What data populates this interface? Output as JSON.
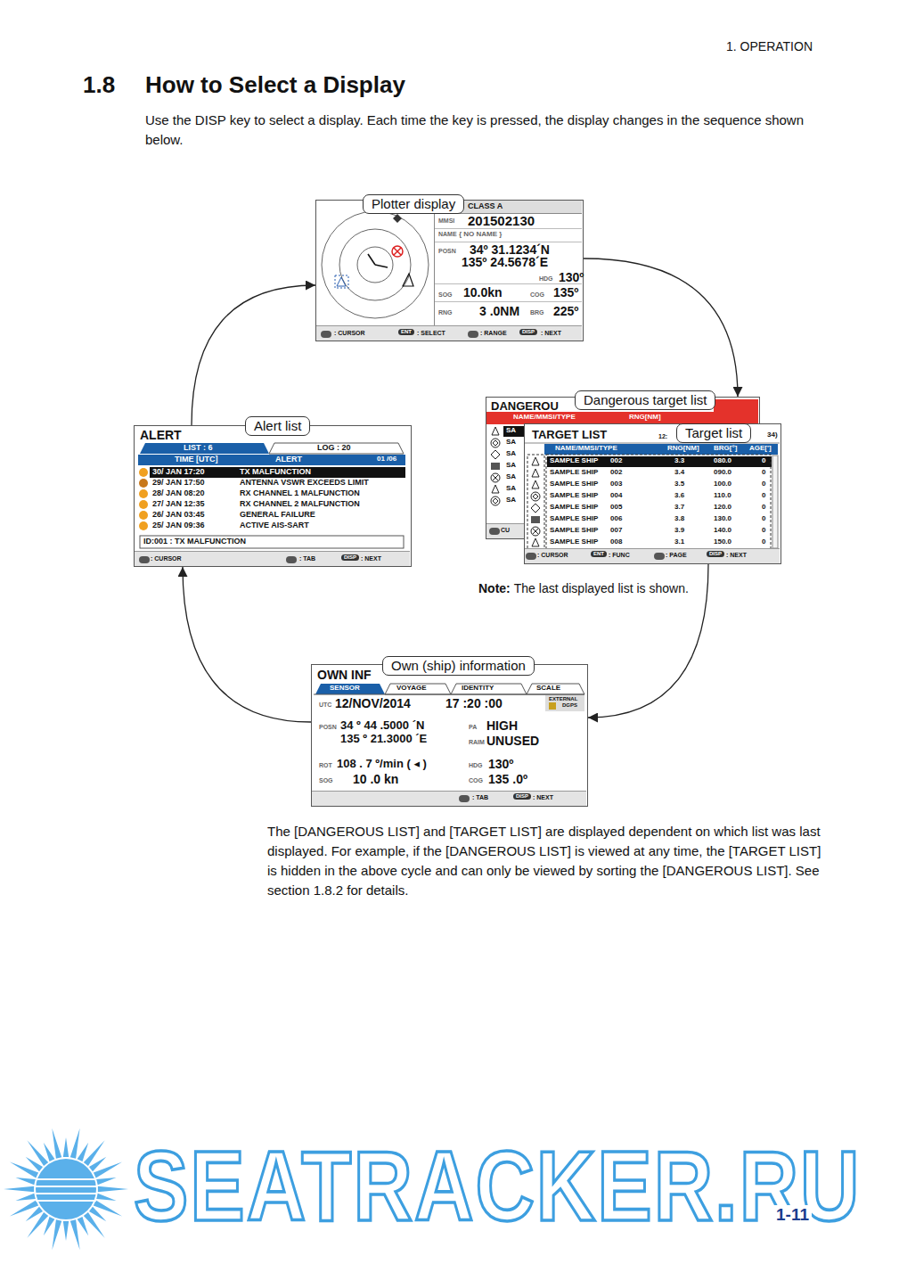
{
  "diagram": {
    "title": "How to Select a Display",
    "nodes": [
      {
        "text": [
          "CLASS A",
          "MMSI",
          "201502130",
          "NAME",
          "{ NO NAME }",
          "POSN",
          "34º 31.1234´N",
          "135º 24.5678´E",
          "HDG",
          "130º",
          "SOG",
          "10.0kn",
          "COG",
          "135º",
          "RNG",
          "3 .0NM",
          "BRG",
          "225º",
          ": CURSOR",
          "ENT",
          ": SELECT",
          ": RANGE",
          "DISP",
          ": NEXT"
        ]
      },
      {
        "text": [
          "Plotter display"
        ],
        "in": 0
      },
      {
        "text": [
          "ALERT",
          "LIST : 6",
          "LOG : 20",
          "TIME [UTC]",
          "ALERT",
          "01 /06",
          "30/ JAN 17:20",
          "TX MALFUNCTION",
          "29/ JAN 17:50",
          "ANTENNA VSWR EXCEEDS LIMIT",
          "28/ JAN 08:20",
          "RX CHANNEL 1 MALFUNCTION",
          "27/ JAN 12:35",
          "RX CHANNEL 2 MALFUNCTION",
          "26/ JAN 03:45",
          "GENERAL FAILURE",
          "25/ JAN 09:36",
          "ACTIVE AIS-SART",
          "ID:001 : TX MALFUNCTION",
          ": CURSOR",
          ": TAB",
          "DISP",
          ": NEXT"
        ]
      },
      {
        "text": [
          "Alert list"
        ],
        "in": 2
      },
      {
        "text": [
          "DANGEROU",
          "NAME/MMSI/TYPE",
          "RNG[NM]",
          "SA",
          "SA",
          "SA",
          "SA",
          "SA",
          "SA",
          "SA",
          "CU"
        ]
      },
      {
        "text": [
          "Dangerous target list"
        ],
        "in": 4
      },
      {
        "text": [
          "TARGET LIST",
          "12:",
          "34)",
          "NAME/MMSI/TYPE",
          "RNG[NM]",
          "BRG[°]",
          "AGE[']",
          "SAMPLE SHIP",
          "002",
          "3.3",
          "080.0",
          "0",
          "SAMPLE SHIP",
          "002",
          "3.4",
          "090.0",
          "0",
          "SAMPLE SHIP",
          "003",
          "3.5",
          "100.0",
          "0",
          "SAMPLE SHIP",
          "004",
          "3.6",
          "110.0",
          "0",
          "SAMPLE SHIP",
          "005",
          "3.7",
          "120.0",
          "0",
          "SAMPLE SHIP",
          "006",
          "3.8",
          "130.0",
          "0",
          "SAMPLE SHIP",
          "007",
          "3.9",
          "140.0",
          "0",
          "SAMPLE SHIP",
          "008",
          "3.1",
          "150.0",
          "0",
          ": CURSOR",
          "ENT",
          ": FUNC",
          ": PAGE",
          "DISP",
          ": NEXT"
        ]
      },
      {
        "text": [
          "Target list"
        ],
        "in": 6
      },
      {
        "text": [
          "OWN INF",
          "SENSOR",
          "VOYAGE",
          "IDENTITY",
          "SCALE",
          "UTC",
          "12/NOV/2014",
          "17 :20 :00",
          "EXTERNAL",
          "DGPS",
          "POSN",
          "34 º 44 .5000 ´N",
          "135 º 21.3000 ´E",
          "PA",
          "HIGH",
          "RAIM",
          "UNUSED",
          "ROT",
          "108 . 7 º/min ( ◂ )",
          "HDG",
          "130º",
          "SOG",
          "10 .0 kn",
          "COG",
          "135 .0º",
          ": TAB",
          "DISP",
          ": NEXT"
        ]
      },
      {
        "text": [
          "Own (ship) information"
        ],
        "in": 8
      }
    ],
    "edges": [
      {
        "from": 0,
        "to": 4,
        "arrow": "to"
      },
      {
        "from": 6,
        "to": 8,
        "arrow": "to"
      },
      {
        "from": 8,
        "to": 2,
        "arrow": "to"
      },
      {
        "from": 2,
        "to": 0,
        "arrow": "to"
      }
    ],
    "labels": [
      "1. OPERATION",
      "1.8",
      "Use the DISP key to select a display. Each time the key is pressed, the display changes in the sequence shown below.",
      "Note:",
      "The last displayed list is shown.",
      "The [DANGEROUS LIST] and [TARGET LIST] are displayed dependent on which list was last displayed. For example, if the [DANGEROUS LIST] is viewed at any time, the [TARGET LIST] is hidden in the above cycle and can only be viewed by sorting the [DANGEROUS LIST]. See section 1.8.2 for details.",
      "SEATRACKER.RU",
      "1-11"
    ]
  }
}
